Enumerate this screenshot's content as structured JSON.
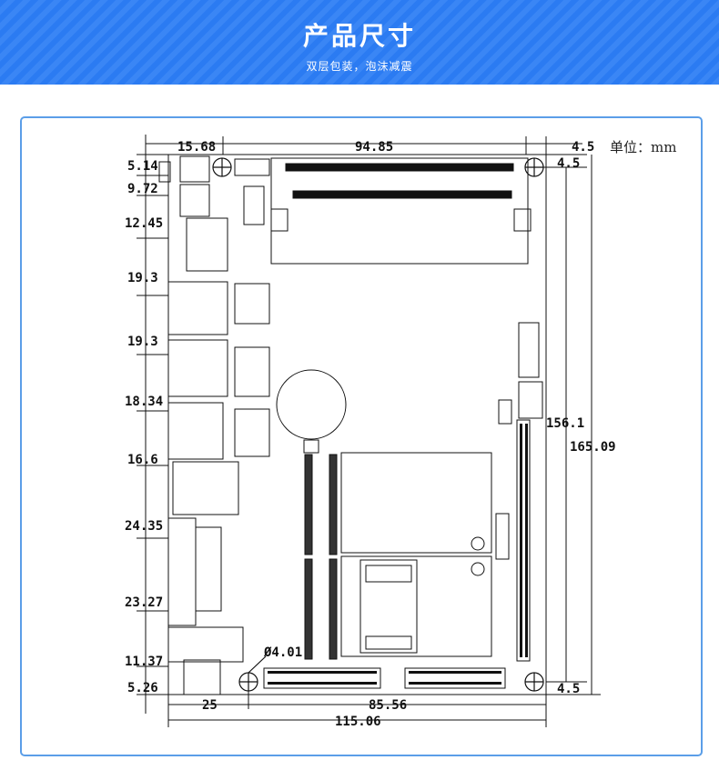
{
  "header": {
    "title": "产品尺寸",
    "subtitle": "双层包装，泡沫减震"
  },
  "drawing": {
    "unit_label": "单位：mm",
    "dimensions": {
      "top_left_width": "15.68",
      "top_span": "94.85",
      "top_right": "4.5",
      "top_right_inner": "4.5",
      "left_1": "5.14",
      "left_2": "9.72",
      "left_3": "12.45",
      "left_4": "19.3",
      "left_5": "19.3",
      "left_6": "18.34",
      "left_7": "16.6",
      "left_8": "24.35",
      "left_9": "23.27",
      "left_10": "11.37",
      "left_11": "5.26",
      "hole_diameter": "Ø4.01",
      "bottom_left": "25",
      "bottom_span": "85.56",
      "bottom_total": "115.06",
      "right_bottom": "4.5",
      "height_inner": "156.1",
      "height_total": "165.09"
    }
  },
  "colors": {
    "banner": "#2b7bf2",
    "frame_border": "#5b9ee8",
    "ink": "#111111"
  }
}
